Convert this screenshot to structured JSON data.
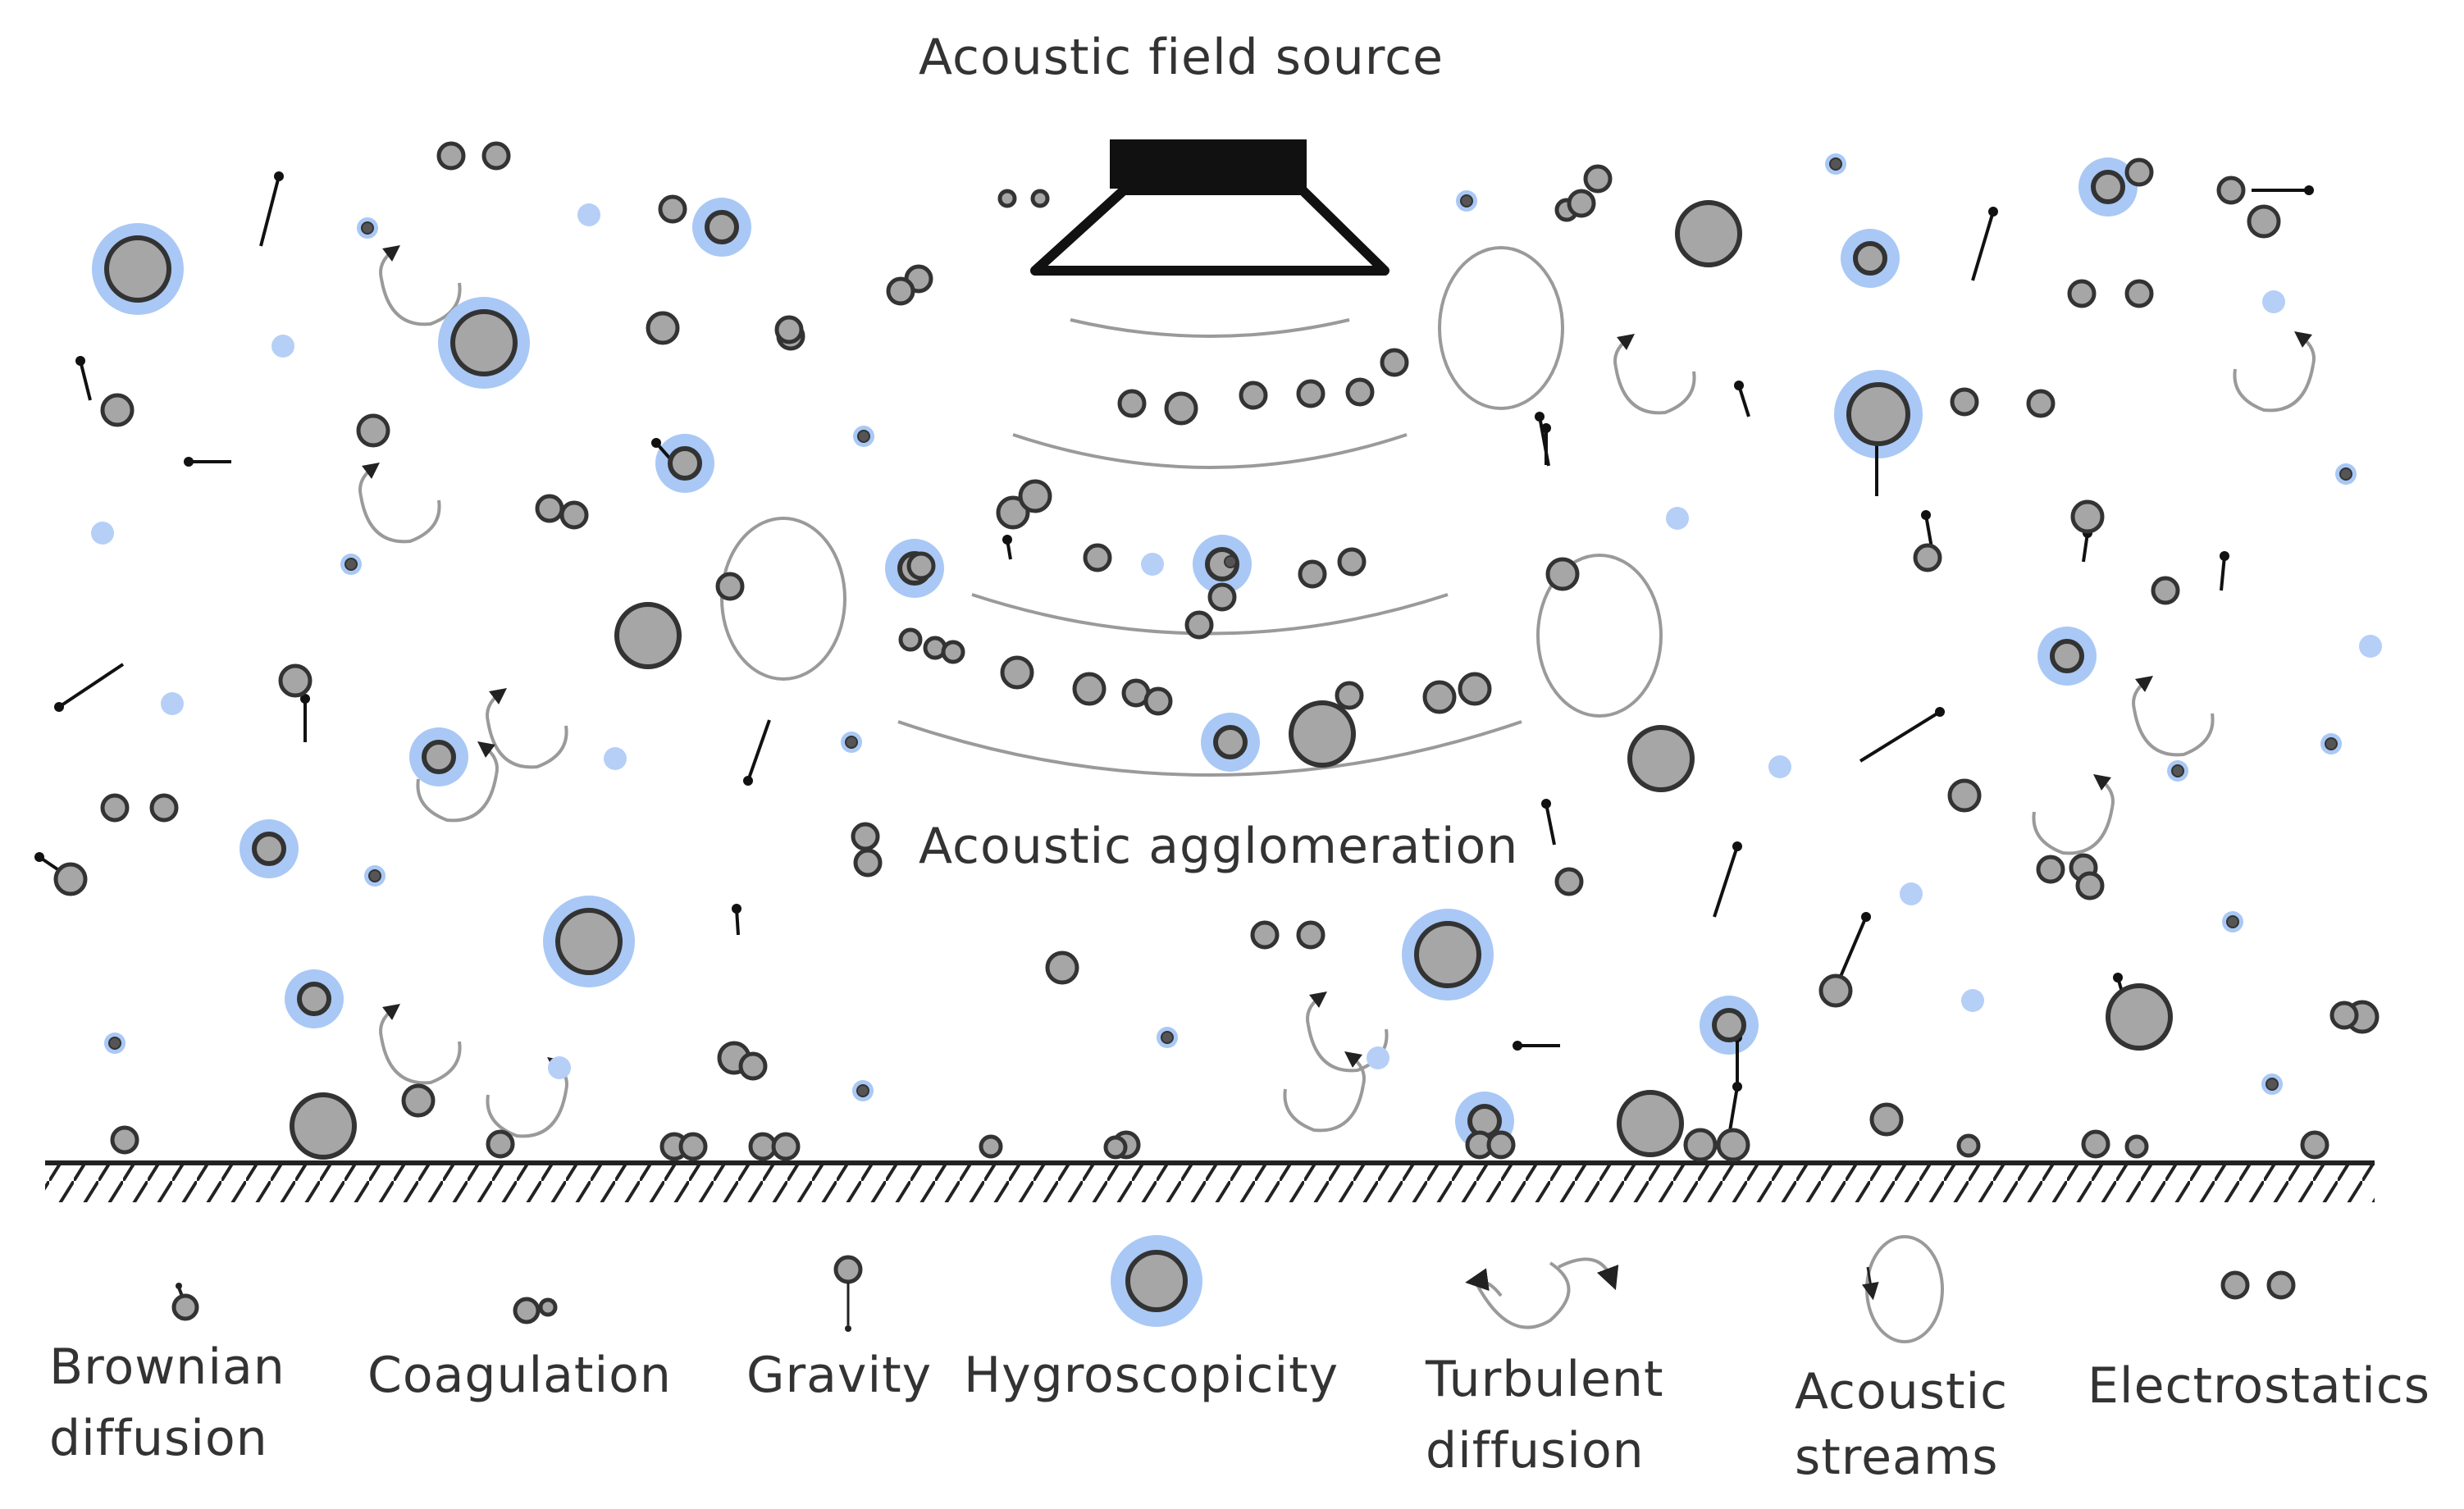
{
  "diagram": {
    "source_label": "Acoustic field source",
    "agglomeration_label": "Acoustic agglomeration",
    "legend": [
      {
        "key": "brownian",
        "line1": "Brownian",
        "line2": "diffusion"
      },
      {
        "key": "coagulation",
        "line1": "Coagulation",
        "line2": ""
      },
      {
        "key": "gravity",
        "line1": "Gravity",
        "line2": ""
      },
      {
        "key": "hygro",
        "line1": "Hygroscopicity",
        "line2": ""
      },
      {
        "key": "turbulent",
        "line1": "Turbulent",
        "line2": "diffusion"
      },
      {
        "key": "acoustic",
        "line1": "Acoustic",
        "line2": "streams"
      },
      {
        "key": "electro",
        "line1": "Electrostatics",
        "line2": ""
      }
    ]
  },
  "colors": {
    "particle_fill": "#a6a6a6",
    "particle_stroke": "#333333",
    "halo": "#a9c8f5",
    "blue_dot": "#b5cff7",
    "swirl": "#9a9a9a",
    "ink": "#111111"
  }
}
